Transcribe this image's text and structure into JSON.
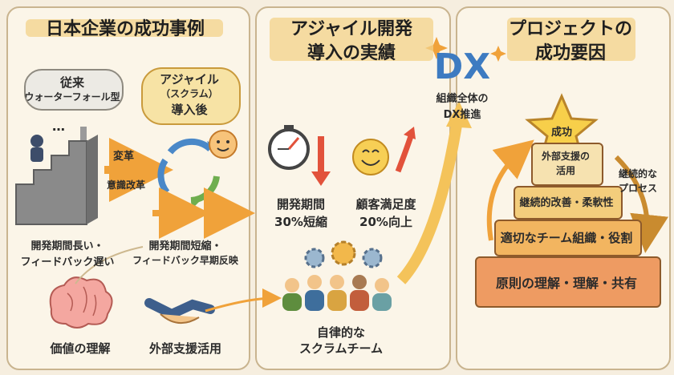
{
  "panel1": {
    "title": "日本企業の成功事例",
    "before_bubble": [
      "従来",
      "ウォーターフォール型"
    ],
    "after_bubble": [
      "アジャイル",
      "（スクラム）",
      "導入後"
    ],
    "arrow_label_1": "変革",
    "arrow_label_2": "意識改革",
    "before_caption": [
      "開発期間長い・",
      "フィードバック遅い"
    ],
    "after_caption": [
      "開発期間短縮・",
      "フィードバック早期反映"
    ],
    "ellipsis": "…",
    "value_label": "価値の理解",
    "support_label": "外部支援活用"
  },
  "panel2": {
    "title": [
      "アジャイル開発",
      "導入の実績"
    ],
    "metric1": [
      "開発期間",
      "30%短縮"
    ],
    "metric2": [
      "顧客満足度",
      "20%向上"
    ],
    "team_label": [
      "自律的な",
      "スクラムチーム"
    ],
    "dx_big": "DX",
    "dx_caption": [
      "組織全体の",
      "DX推進"
    ]
  },
  "panel3": {
    "title": [
      "プロジェクトの",
      "成功要因"
    ],
    "star_label": "成功",
    "tiers": [
      "外部支援の活用",
      "継続的改善・柔軟性",
      "適切なチーム組織・役割",
      "原則の理解・理解・共有"
    ],
    "tier1_lines": [
      "外部支援の",
      "活用"
    ],
    "cycle_label": [
      "継続的な",
      "プロセス"
    ]
  },
  "colors": {
    "accent": "#f3d28a",
    "arrow_orange": "#f0a23a",
    "arrow_red": "#e2523b",
    "pyramid_top": "#f6e2b0",
    "pyramid_base": "#ee9b62"
  }
}
